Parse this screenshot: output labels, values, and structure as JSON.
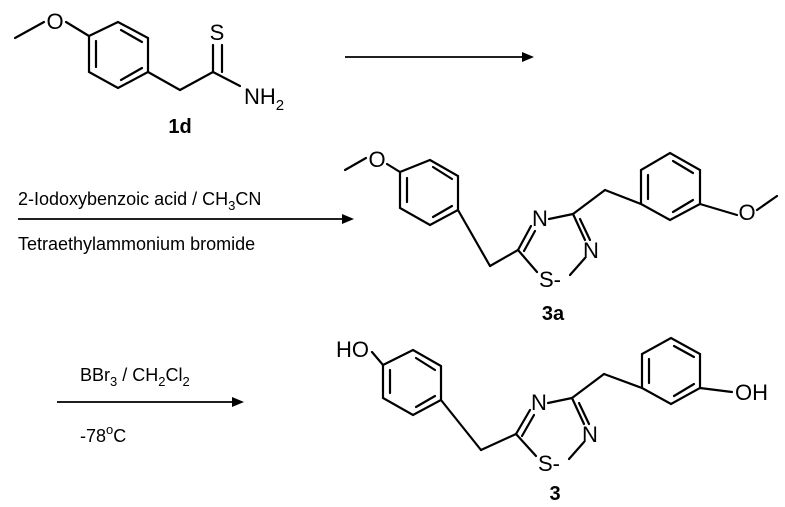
{
  "compounds": {
    "c1d": {
      "label": "1d",
      "atoms": {
        "o": "O",
        "s": "S",
        "nh": "NH",
        "nh_sub": "2"
      }
    },
    "c3a": {
      "label": "3a",
      "atoms": {
        "o_left": "O",
        "o_right": "O",
        "n1": "N",
        "n2": "N",
        "s": "S",
        "dash": "-"
      }
    },
    "c3": {
      "label": "3",
      "atoms": {
        "ho": "HO",
        "oh": "OH",
        "n1": "N",
        "n2": "N",
        "s": "S",
        "dash": "-"
      }
    }
  },
  "step1": {
    "line1_a": "2-Iodoxybenzoic acid / CH",
    "line1_sub1": "3",
    "line1_b": "CN",
    "line2": "Tetraethylammonium bromide"
  },
  "step2": {
    "line1_a": "BBr",
    "line1_sub1": "3",
    "line1_b": " / CH",
    "line1_sub2": "2",
    "line1_c": "Cl",
    "line1_sub3": "2",
    "line2_a": "-78",
    "line2_sup": "o",
    "line2_b": "C"
  }
}
